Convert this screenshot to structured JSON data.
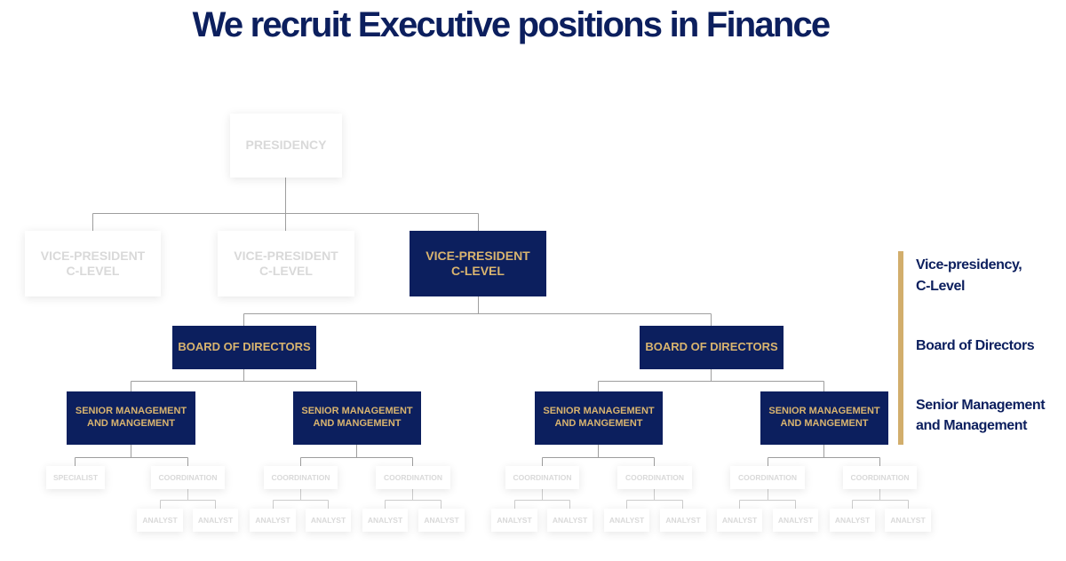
{
  "title": "We recruit Executive positions in Finance",
  "colors": {
    "navy": "#0c1f5e",
    "gold": "#d2ae6c",
    "ghost_text": "#d9d9d9"
  },
  "org": {
    "presidency": "PRESIDENCY",
    "vice_presidents": [
      "VICE-PRESIDENT\nC-LEVEL",
      "VICE-PRESIDENT\nC-LEVEL",
      "VICE-PRESIDENT\nC-LEVEL"
    ],
    "boards": [
      "BOARD OF DIRECTORS",
      "BOARD OF DIRECTORS"
    ],
    "senior": [
      "SENIOR MANAGEMENT\nAND MANGEMENT",
      "SENIOR MANAGEMENT\nAND MANGEMENT",
      "SENIOR MANAGEMENT\nAND MANGEMENT",
      "SENIOR MANAGEMENT\nAND MANGEMENT"
    ],
    "level4": [
      "SPECIALIST",
      "COORDINATION",
      "COORDINATION",
      "COORDINATION",
      "COORDINATION",
      "COORDINATION",
      "COORDINATION",
      "COORDINATION"
    ],
    "analysts": [
      "ANALYST",
      "ANALYST",
      "ANALYST",
      "ANALYST",
      "ANALYST",
      "ANALYST",
      "ANALYST",
      "ANALYST",
      "ANALYST",
      "ANALYST",
      "ANALYST",
      "ANALYST",
      "ANALYST",
      "ANALYST"
    ]
  },
  "legend": {
    "vp": "Vice-presidency,\n C-Level",
    "board": "Board of Directors",
    "senior": "Senior Management\nand Management"
  }
}
